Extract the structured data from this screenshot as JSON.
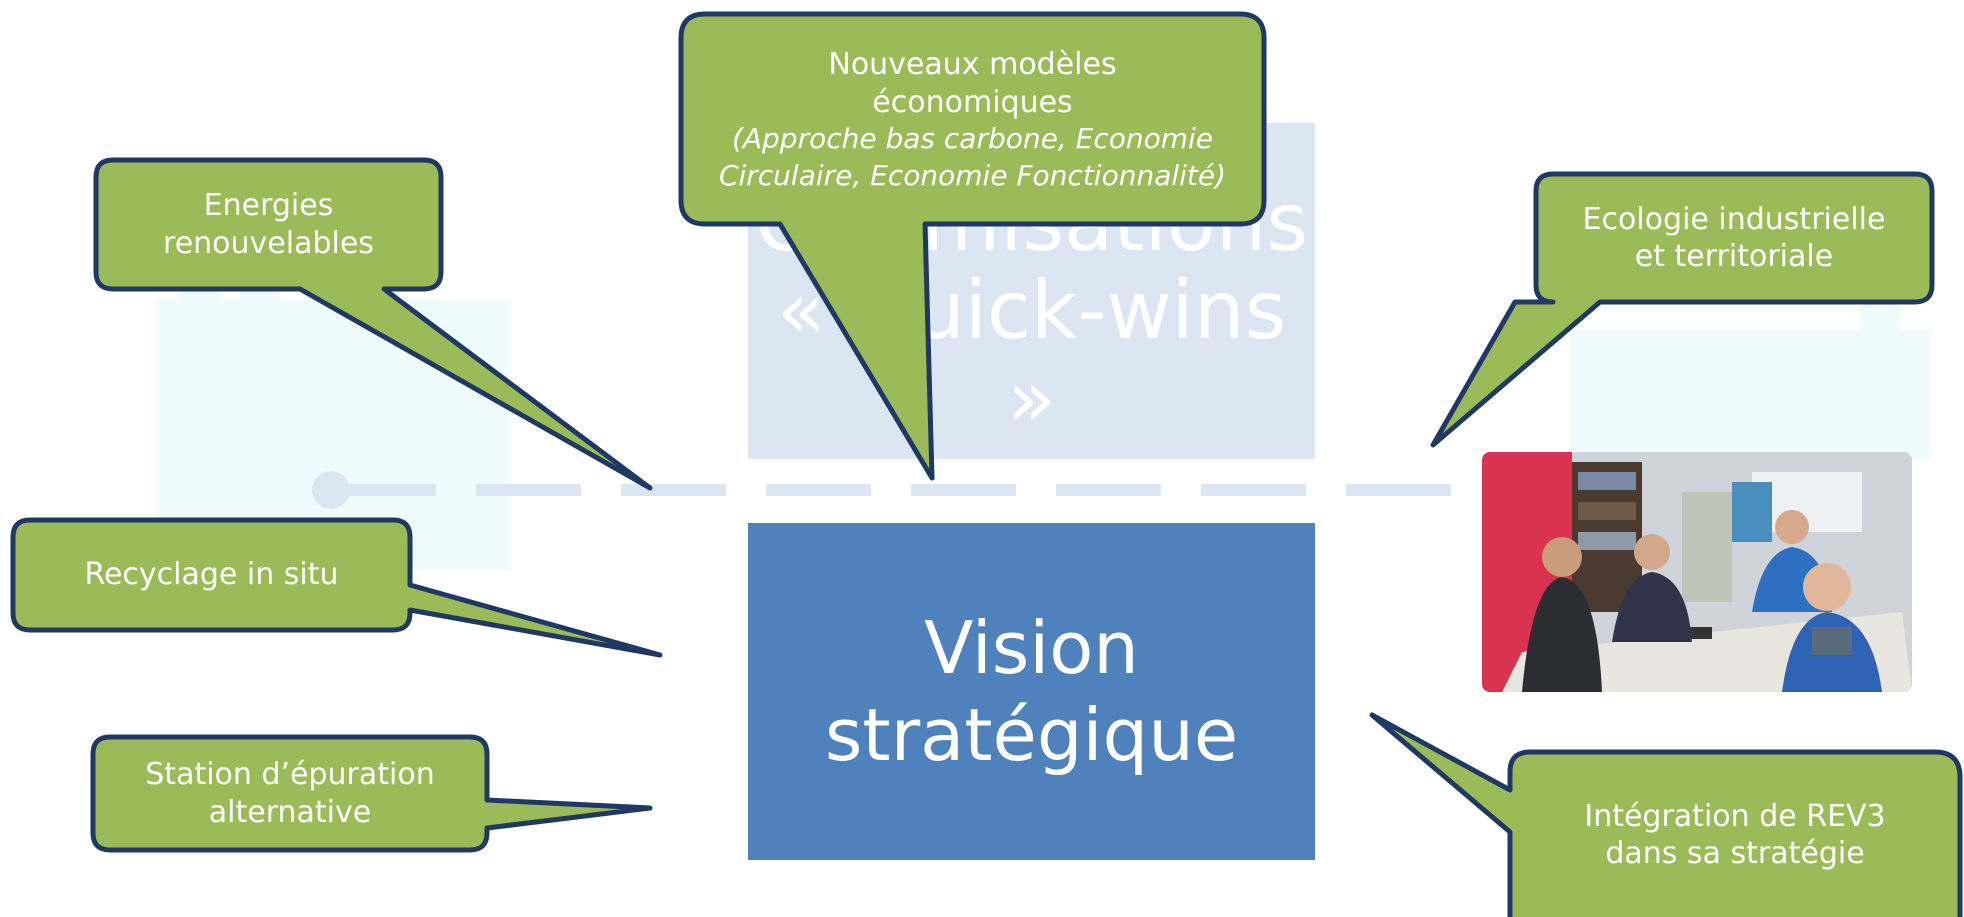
{
  "colors": {
    "bubble_fill": "#9bbb59",
    "bubble_stroke": "#1f3864",
    "strategic_box": "#4f81bd",
    "faded_box": "#dce6f2",
    "timeline": "#dce6f2",
    "factory_ghost": "#f0fbff"
  },
  "boxes": {
    "top_box_line1": "Optimisations",
    "top_box_line2": "« Quick-wins »",
    "main_box_line1": "Vision",
    "main_box_line2": "stratégique"
  },
  "callouts": {
    "nouveaux_line1": "Nouveaux modèles",
    "nouveaux_line2": "économiques",
    "nouveaux_sub1": "(Approche bas carbone, Economie",
    "nouveaux_sub2": "Circulaire, Economie Fonctionnalité)",
    "energies_line1": "Energies",
    "energies_line2": "renouvelables",
    "ecologie_line1": "Ecologie industrielle",
    "ecologie_line2": "et territoriale",
    "recyclage": "Recyclage in situ",
    "station_line1": "Station d’épuration",
    "station_line2": "alternative",
    "integration_line1": "Intégration de REV3",
    "integration_line2": "dans sa stratégie"
  },
  "icons": {
    "left_factory": "factory-icon",
    "right_factory": "factory-icon",
    "photo": "meeting-photo"
  }
}
